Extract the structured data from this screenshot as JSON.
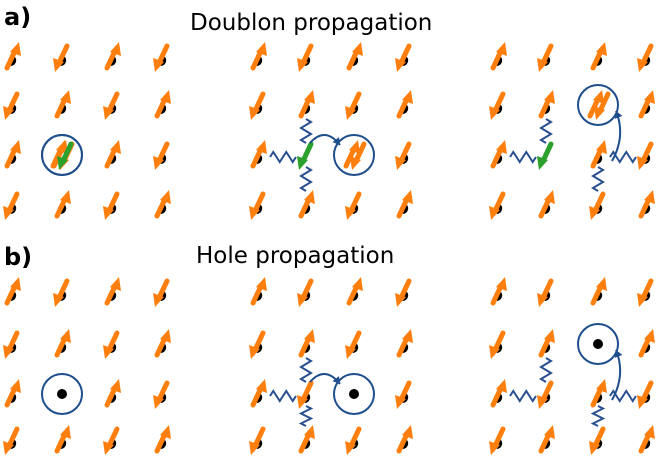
{
  "figure": {
    "colors": {
      "spin_up": "#ff7f0e",
      "spin_down": "#ff7f0e",
      "spin_green": "#2ca02c",
      "atom": "#000000",
      "circle": "#1f4e8c",
      "hopping": "#1f4e8c",
      "string": "#2a4f8f"
    },
    "panels": [
      {
        "letter": "a)",
        "title": "Doublon propagation",
        "kind": "doublon",
        "snapshots": [
          {
            "doublon_site": [
              1,
              2
            ],
            "hop_arrow": false,
            "strings": []
          },
          {
            "doublon_site": [
              2,
              2
            ],
            "hop_arrow": true,
            "strings": [
              "left-of-1-2",
              "above-1-2",
              "below-1-2"
            ]
          },
          {
            "doublon_site": [
              2,
              1
            ],
            "hop_arrow": true,
            "strings": [
              "left-of-1-2",
              "above-1-2",
              "below-2-2",
              "right-of-2-2"
            ]
          }
        ]
      },
      {
        "letter": "b)",
        "title": "Hole propagation",
        "kind": "hole",
        "snapshots": [
          {
            "hole_site": [
              1,
              2
            ],
            "hop_arrow": false,
            "strings": []
          },
          {
            "hole_site": [
              2,
              2
            ],
            "hop_arrow": true,
            "strings": [
              "left-of-1-2",
              "above-1-2",
              "below-1-2"
            ]
          },
          {
            "hole_site": [
              2,
              1
            ],
            "hop_arrow": true,
            "strings": [
              "left-of-1-2",
              "above-1-2",
              "below-2-2",
              "right-of-2-2"
            ]
          }
        ]
      }
    ]
  }
}
